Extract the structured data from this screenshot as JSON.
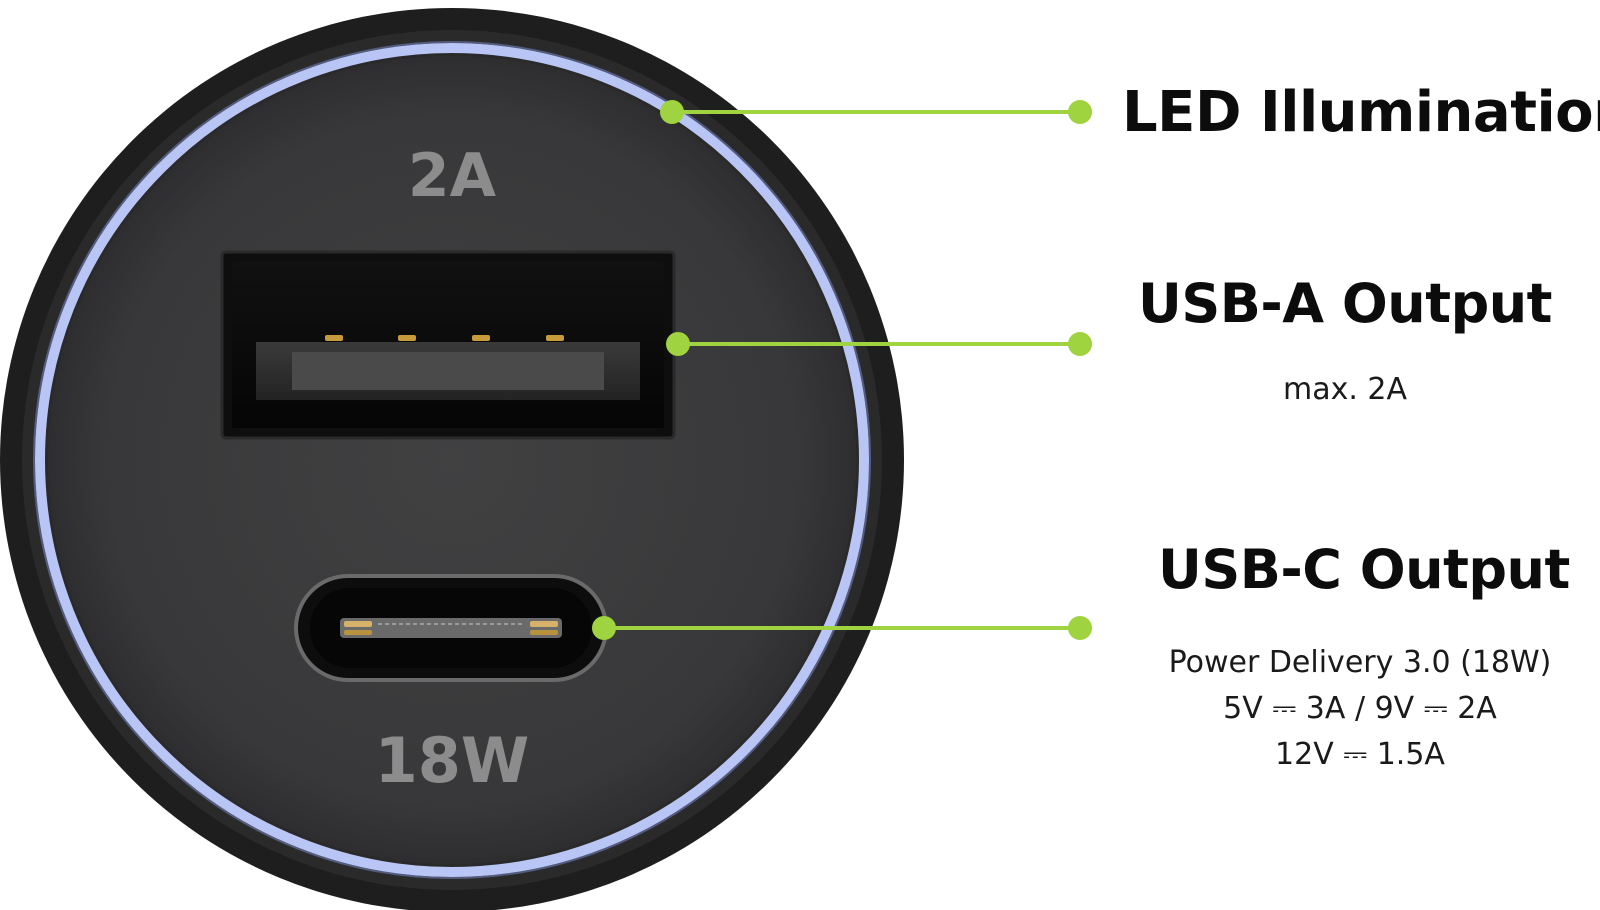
{
  "port_labels": {
    "top": "2A",
    "bottom": "18W"
  },
  "callouts": {
    "led": {
      "title": "LED Illumination"
    },
    "usb_a": {
      "title": "USB-A Output",
      "detail": "max. 2A"
    },
    "usb_c": {
      "title": "USB-C Output",
      "details": [
        "Power Delivery 3.0 (18W)",
        "5V ⎓ 3A / 9V ⎓ 2A",
        "12V ⎓ 1.5A"
      ]
    }
  },
  "colors": {
    "background": "#ffffff",
    "body": "#3a3a3b",
    "rim": "#1c1c1d",
    "led_ring": "#b9c6f5",
    "callout_line": "#9fd33f",
    "port_text": "#8c8c8c"
  }
}
